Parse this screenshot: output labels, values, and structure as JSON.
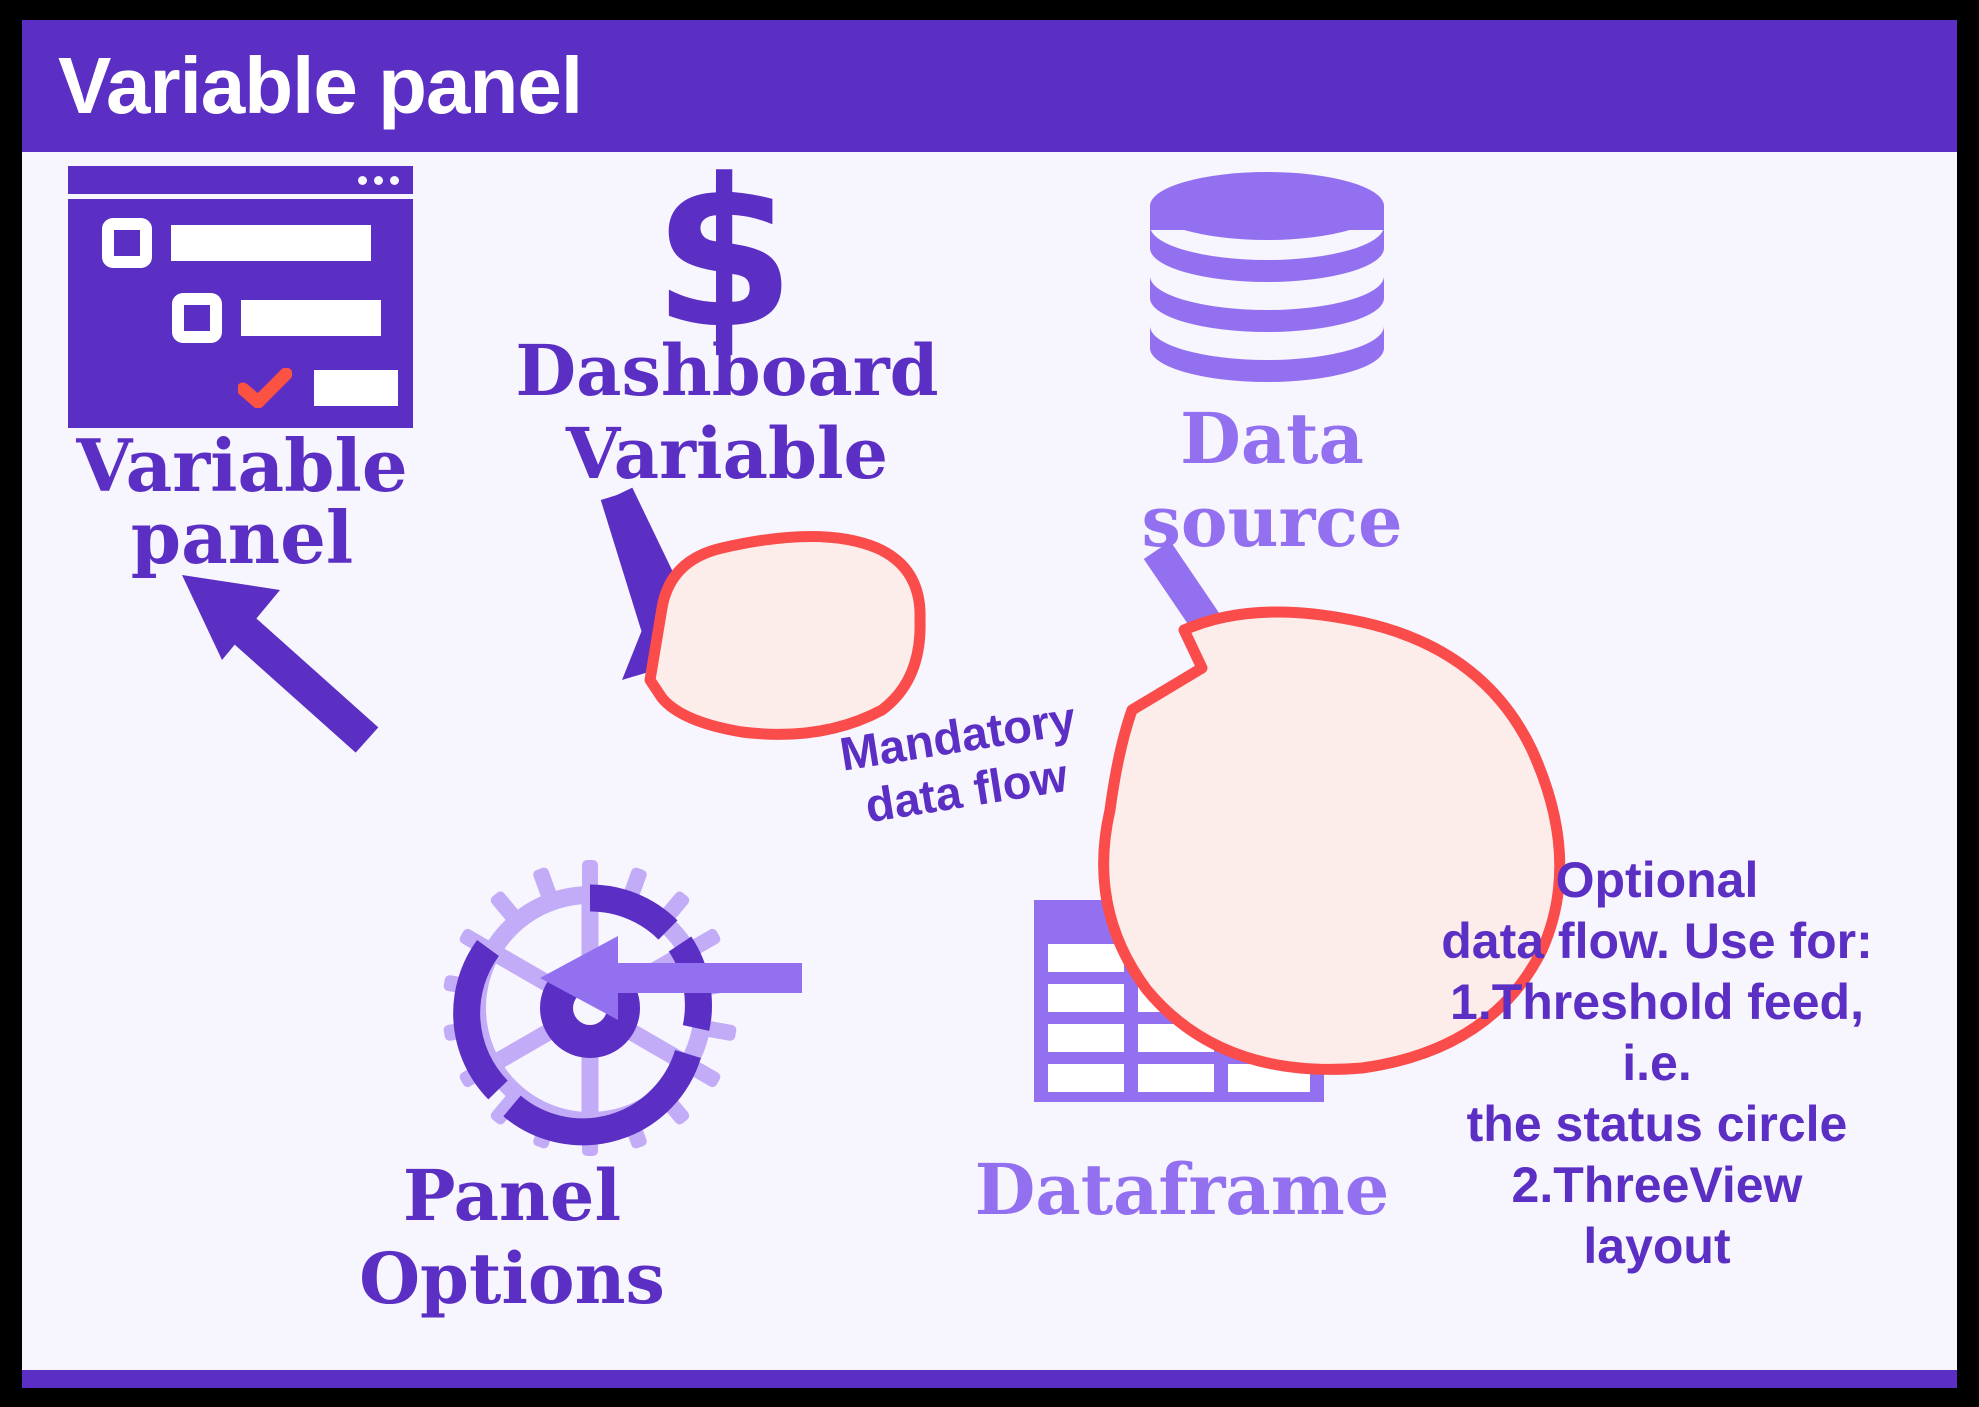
{
  "header": {
    "title": "Variable panel",
    "bg_color": "#5B2EC4",
    "text_color": "#FFFFFF"
  },
  "canvas": {
    "bg_color": "#F7F5FE",
    "border_color": "#000000"
  },
  "palette": {
    "purple_dark": "#5B2EC4",
    "purple_light": "#9370F0",
    "accent_red": "#FB4C4C",
    "callout_fill": "#FDEDEA",
    "white": "#FFFFFF"
  },
  "nodes": [
    {
      "id": "variable-panel",
      "label": "Variable\npanel",
      "icon": "variable-panel-window-icon",
      "label_color": "#5B2EC4"
    },
    {
      "id": "dashboard-variable",
      "label": "Dashboard\nVariable",
      "icon": "dollar-sign-icon",
      "glyph": "$",
      "label_color": "#5B2EC4"
    },
    {
      "id": "data-source",
      "label": "Data\nsource",
      "icon": "database-cylinder-icon",
      "label_color": "#9370F0"
    },
    {
      "id": "panel-options",
      "label": "Panel\nOptions",
      "icon": "gear-icon",
      "label_color": "#5B2EC4"
    },
    {
      "id": "dataframe",
      "label": "Dataframe",
      "icon": "table-grid-icon",
      "label_color": "#9370F0"
    }
  ],
  "callouts": [
    {
      "id": "mandatory-flow",
      "text": "Mandatory\ndata flow",
      "outline_color": "#FB4C4C",
      "fill_color": "#FDEDEA",
      "text_color": "#5B2EC4"
    },
    {
      "id": "optional-flow",
      "text": "Optional\ndata flow. Use for:\n1.Threshold feed, i.e.\nthe status circle\n2.ThreeView\nlayout",
      "outline_color": "#FB4C4C",
      "fill_color": "#FDEDEA",
      "text_color": "#5B2EC4"
    }
  ],
  "arrows": [
    {
      "id": "dashboard-to-panel-options",
      "kind": "mandatory",
      "color": "#5B2EC4"
    },
    {
      "id": "panel-options-to-variable-panel",
      "kind": "mandatory",
      "color": "#5B2EC4"
    },
    {
      "id": "data-source-to-dataframe",
      "kind": "optional",
      "color": "#9370F0"
    },
    {
      "id": "dataframe-to-panel-options",
      "kind": "optional",
      "color": "#9370F0"
    }
  ]
}
